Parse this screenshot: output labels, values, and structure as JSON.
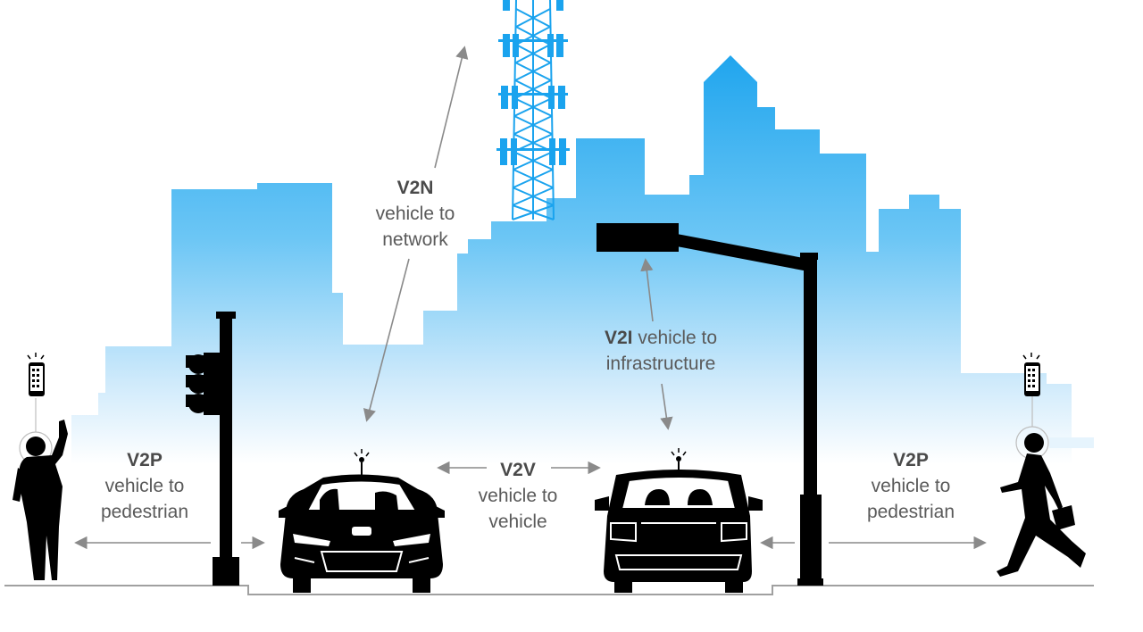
{
  "colors": {
    "sky_top": "#1fa5ee",
    "sky_bottom": "#ffffff",
    "silhouette": "#000000",
    "arrow": "#8a8a8a",
    "text": "#5a5a5a",
    "tower": "#1aa3ee"
  },
  "labels": {
    "v2n": {
      "code": "V2N",
      "line1": "vehicle to",
      "line2": "network"
    },
    "v2i": {
      "code": "V2I",
      "line1": "vehicle to",
      "line2": "infrastructure"
    },
    "v2v": {
      "code": "V2V",
      "line1": "vehicle to",
      "line2": "vehicle"
    },
    "v2p_left": {
      "code": "V2P",
      "line1": "vehicle to",
      "line2": "pedestrian"
    },
    "v2p_right": {
      "code": "V2P",
      "line1": "vehicle to",
      "line2": "pedestrian"
    }
  },
  "icons": [
    "cell-tower-icon",
    "traffic-light-icon",
    "street-light-icon",
    "car-front-icon",
    "suv-rear-icon",
    "smartphone-icon",
    "pedestrian-waving-icon",
    "pedestrian-walking-icon"
  ]
}
